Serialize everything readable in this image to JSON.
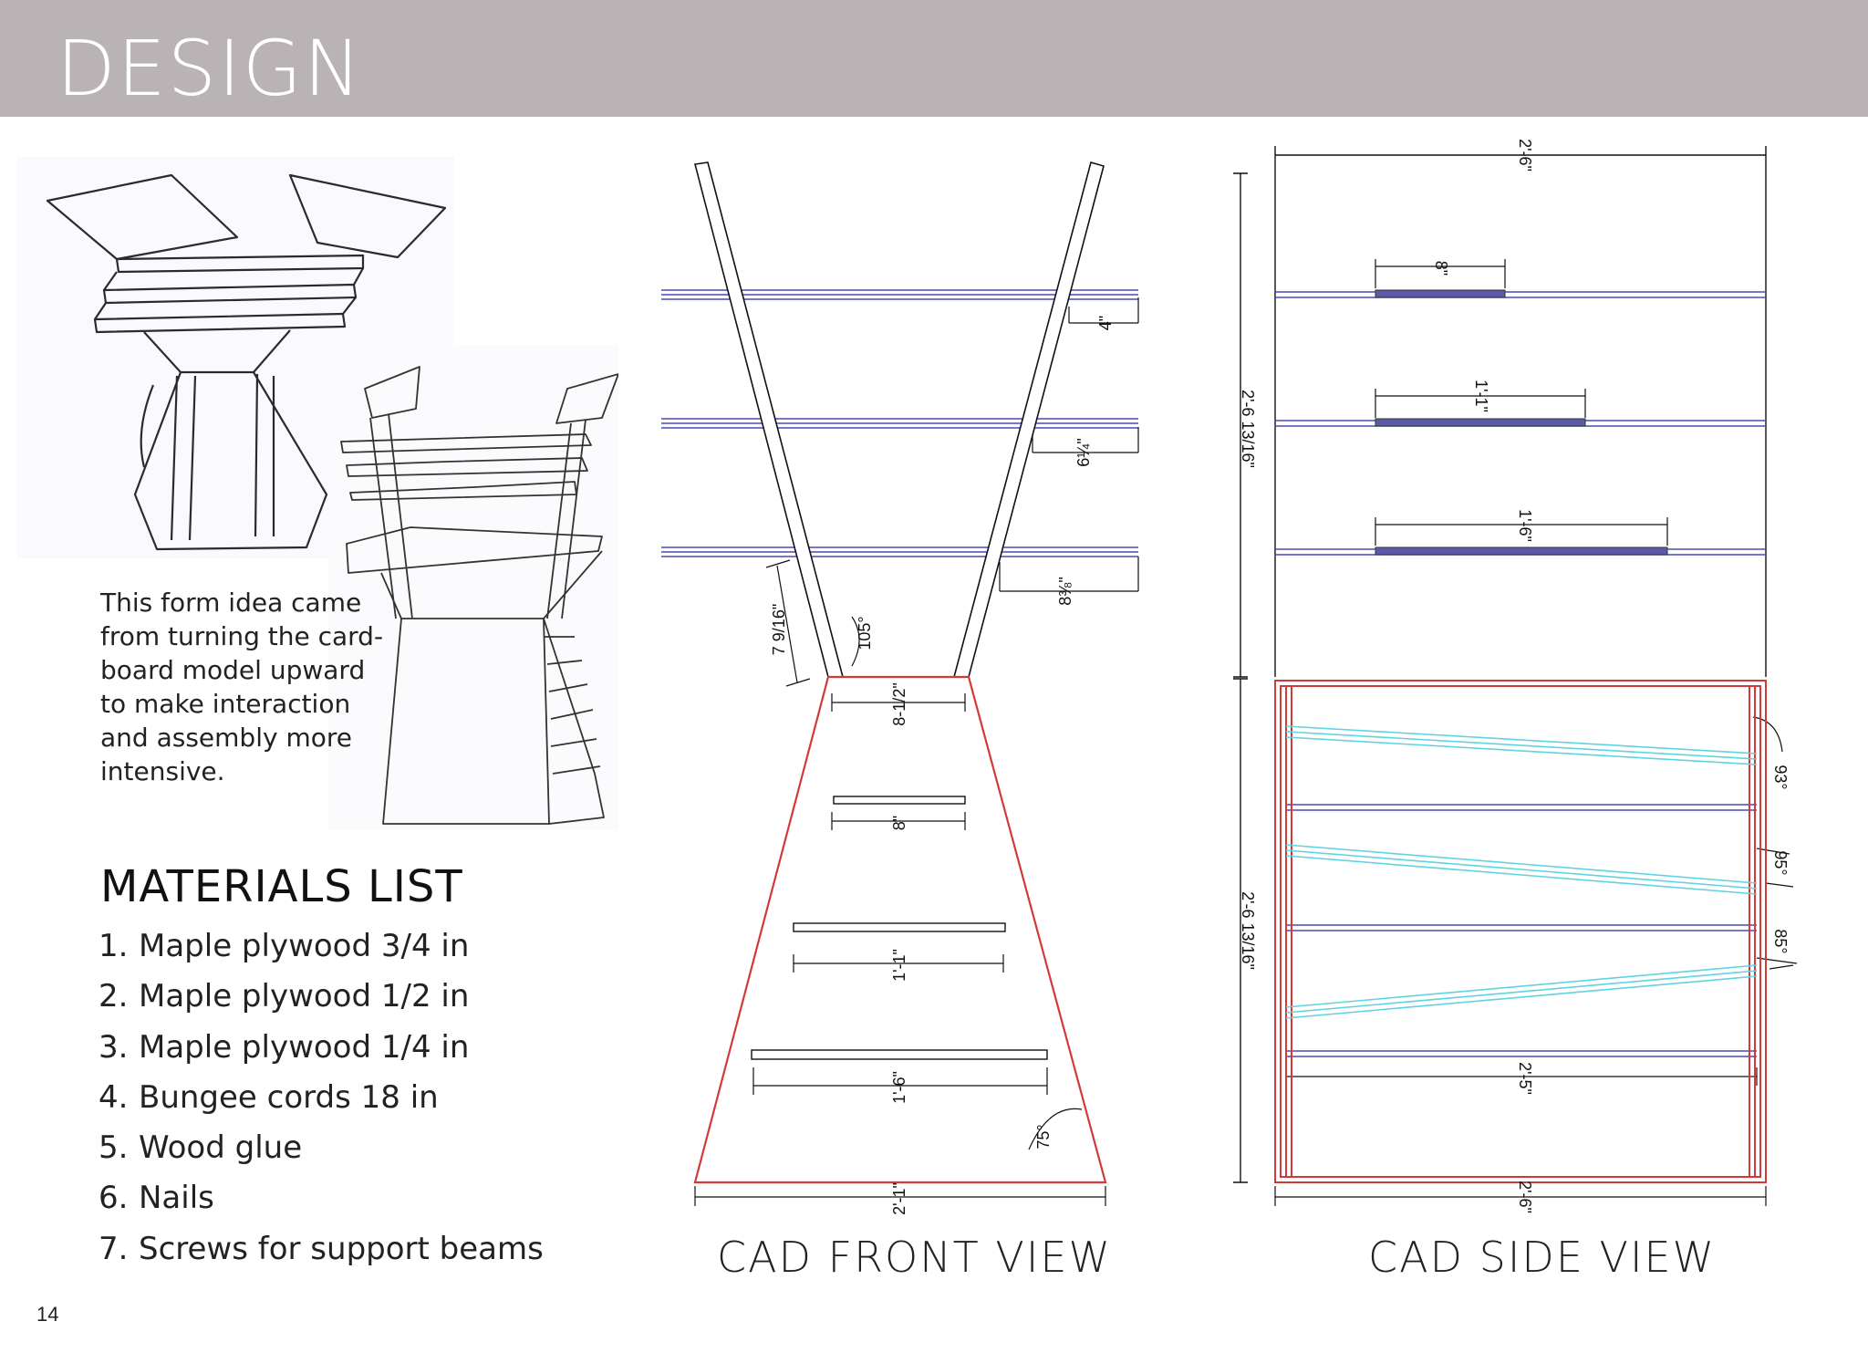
{
  "header": {
    "title": "DESIGN"
  },
  "description": {
    "lines": [
      "This form idea came",
      "from turning the card-",
      "board model upward",
      "to make interaction",
      "and assembly more",
      "intensive."
    ]
  },
  "materials": {
    "title": "MATERIALS LIST",
    "items": [
      {
        "num": "1.",
        "text": "Maple plywood 3/4 in"
      },
      {
        "num": "2.",
        "text": "Maple plywood 1/2 in"
      },
      {
        "num": "3.",
        "text": "Maple plywood 1/4 in"
      },
      {
        "num": "4.",
        "text": "Bungee cords 18 in"
      },
      {
        "num": "5.",
        "text": "Wood glue"
      },
      {
        "num": "6.",
        "text": "Nails"
      },
      {
        "num": "7.",
        "text": "Screws for support beams"
      }
    ]
  },
  "front_view": {
    "caption": "CAD FRONT VIEW",
    "dims": {
      "shelf_gap_top": "4\"",
      "shelf_gap_mid": "6¼\"",
      "shelf_gap_low": "8⅜\"",
      "leg_length": "7 9/16\"",
      "angle_top": "105°",
      "top_width": "8-1/2\"",
      "shelf_1": "8\"",
      "shelf_2": "1'-1\"",
      "shelf_3": "1'-6\"",
      "angle_base": "75°",
      "base_width": "2'-1\""
    }
  },
  "side_view": {
    "caption": "CAD SIDE VIEW",
    "dims": {
      "top_width": "2'-6\"",
      "shelf_1": "8\"",
      "shelf_2": "1'-1\"",
      "shelf_3": "1'-6\"",
      "upper_height": "2'-6 13/16\"",
      "lower_height": "2'-6 13/16\"",
      "angle_1": "93°",
      "angle_2": "95°",
      "angle_3": "85°",
      "inner_width": "2'-5\"",
      "base_width": "2'-6\""
    }
  },
  "page_number": "14",
  "colors": {
    "header_bg": "#bab3b5",
    "shelf_line": "#4a4ab8",
    "base_frame": "#d23a3a",
    "beam_line": "#5fd3e0"
  }
}
